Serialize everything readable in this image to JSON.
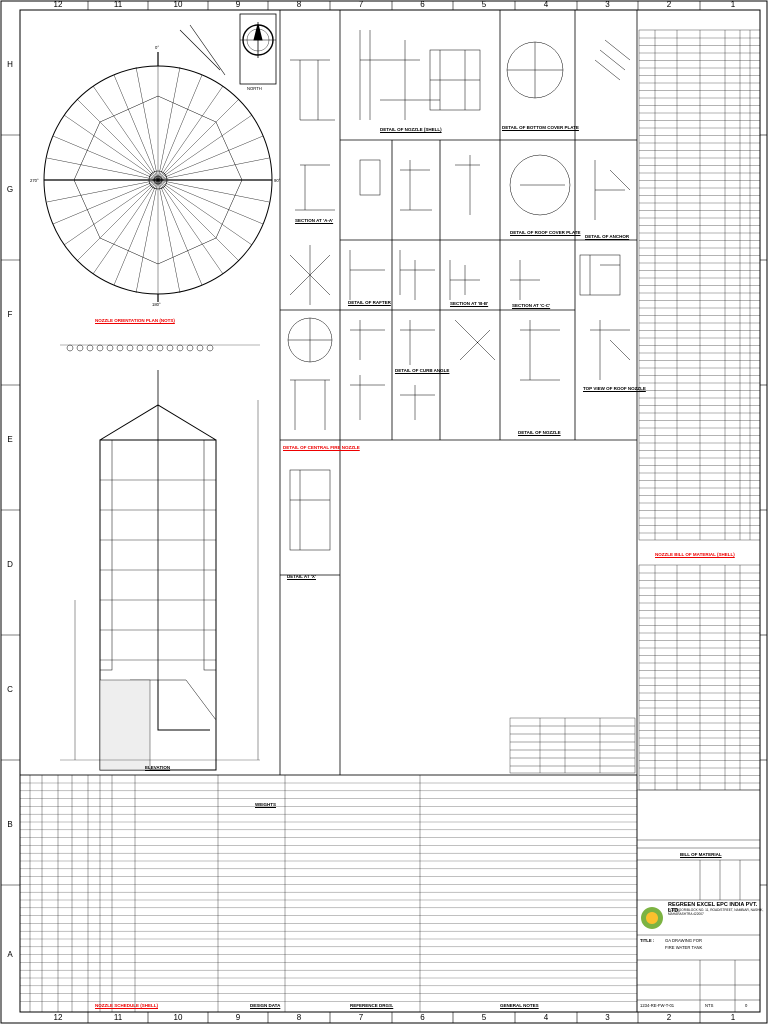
{
  "grid": {
    "cols": [
      "12",
      "11",
      "10",
      "9",
      "8",
      "7",
      "6",
      "5",
      "4",
      "3",
      "2",
      "1"
    ],
    "rows": [
      "H",
      "G",
      "F",
      "E",
      "D",
      "C",
      "B",
      "A"
    ]
  },
  "views": {
    "nozzle_orientation": "NOZZLE ORIENTATION PLAN (NOTS)",
    "elevation": "ELEVATION",
    "detail_fire_support": "DETAIL OF CENTRAL FIRE NOZZLE",
    "detail_x": "DETAIL AT 'X'",
    "detail_a": "DETAIL OF NOZZLE (SHELL)",
    "detail_b": "DETAIL OF BOTTOM COVER PLATE",
    "detail_c": "DETAIL OF ROOF COVER PLATE",
    "detail_d": "SECTION AT 'A-A'",
    "detail_e": "DETAIL OF RAFTER",
    "detail_f": "SECTION AT 'B-B'",
    "detail_g": "DETAIL OF ANCHOR",
    "detail_h": "DETAIL OF CURB ANGLE",
    "detail_i": "SECTION AT 'C-C'",
    "detail_j": "DETAIL OF NOZZLE",
    "detail_k": "TOP VIEW OF ROOF NOZZLE",
    "north": "NORTH"
  },
  "bom": {
    "title": "NOZZLE BILL OF MATERIAL (SHELL)",
    "bottom_label": "BILL OF MATERIAL"
  },
  "schedule": {
    "nozzle_schedule": "NOZZLE SCHEDULE (SHELL)",
    "design_data": "DESIGN DATA",
    "reference_drgs": "REFERENCE DRGS.",
    "general_notes": "GENERAL NOTES",
    "weights": "WEIGHTS"
  },
  "title_block": {
    "company": "REGREEN EXCEL EPC INDIA PVT. LTD.",
    "address": "FLAT/DOOR/BLOCK NO. 11, ROAD/STREET, NAMBIAR, NASHIK, MAHARASHTRA 422007",
    "title_label": "TITLE :",
    "title_line1": "GA DRAWING FOR",
    "title_line2": "FIRE WATER TANK",
    "drawing_no": "1234-RE-FW-T-01",
    "rev": "0",
    "scale": "NTS"
  },
  "angles": {
    "a0": "0°",
    "a90": "90°",
    "a180": "180°",
    "a270": "270°"
  }
}
